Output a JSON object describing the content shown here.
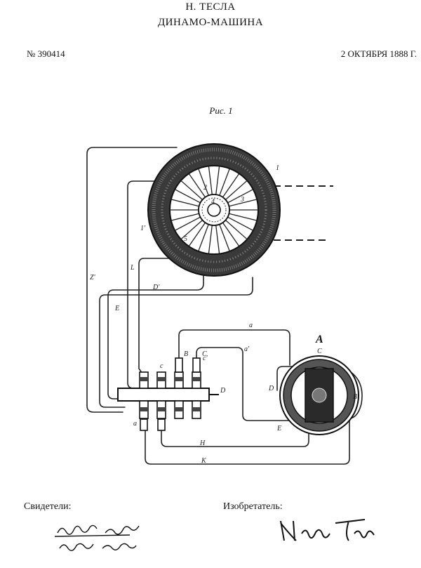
{
  "header": {
    "author": "Н. ТЕСЛА",
    "title": "ДИНАМО-МАШИНА",
    "patent_number": "№ 390414",
    "date": "2 ОКТЯБРЯ 1888 Г."
  },
  "figure": {
    "caption": "Рис. 1",
    "part_labels": {
      "ring_outer": "1",
      "ring_winding_top": "3",
      "ring_winding_left": "2",
      "ring_center": "4",
      "ring_winding_bottom": "5",
      "ring_left_small": "1'",
      "wire_z": "Z'",
      "wire_l": "L",
      "wire_d": "D'",
      "wire_e": "E",
      "wire_a": "a",
      "wire_a2": "a'",
      "wire_b": "B",
      "wire_c_top": "C",
      "wire_c_left": "c",
      "shaft": "D",
      "motor": "A",
      "motor_b": "B",
      "motor_c": "C",
      "motor_d": "D",
      "motor_e": "E",
      "bottom_h": "H",
      "bottom_k": "K",
      "comm_a": "a",
      "comm_c": "c'"
    }
  },
  "footer": {
    "witnesses_label": "Свидетели:",
    "inventor_label": "Изобретатель:",
    "witness_signature_1": "Raphael Netter",
    "witness_signature_2": "Frank B. Hartley",
    "inventor_signature": "Nikola Tesla"
  }
}
